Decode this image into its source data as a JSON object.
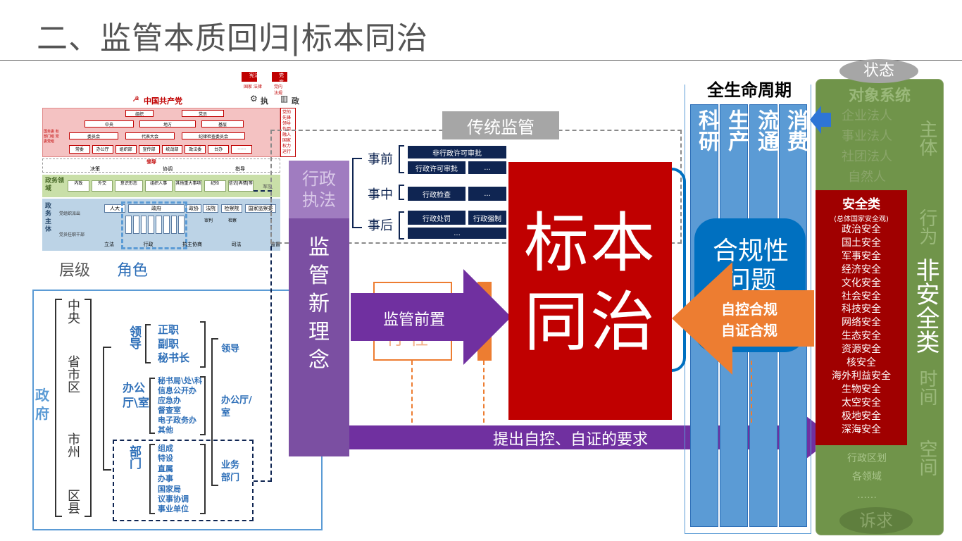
{
  "title": "二、监管本质回归|标本同治",
  "party_chart": {
    "party_name": "中国共产党",
    "top_labels": {
      "constitution": "宪法",
      "constitution_sub": "国家 法律",
      "charter": "党章",
      "charter_sub": "党内 法规",
      "exec": "执",
      "gov": "政"
    },
    "org_row1": [
      "组织",
      "党员"
    ],
    "org_row2": [
      "中央",
      "地方",
      "基层"
    ],
    "org_row3": [
      "委员会",
      "代表大会",
      "纪律检查委员会"
    ],
    "org_row4": [
      "常委",
      "办公厅",
      "组织部",
      "宣传部",
      "统战部",
      "政法委",
      "台办",
      "……"
    ],
    "left_note": "国务委 有部门组 党委党组",
    "right_note": "党的先锋领导作用 融入国家权力运行",
    "leadership": "领导",
    "leadership_items": [
      "决策",
      "协调",
      "指导"
    ],
    "domain_label": "政务领域",
    "domain_items": [
      "内政",
      "外交",
      "意识形态",
      "组织人事",
      "其他重大事项",
      "纪检",
      "信访|舆情|等"
    ],
    "military": "军队",
    "subject_label": "政务主体",
    "subject_legend": [
      "党组织派出",
      "党员任职干部"
    ],
    "subject_items": [
      "人大",
      "政府",
      "政协",
      "法院",
      "检察院",
      "国家监察委"
    ],
    "subject_sub": [
      "审判",
      "检察"
    ],
    "bottom_items": [
      "立法",
      "行政",
      "执主协商",
      "司法",
      "监督"
    ]
  },
  "captions": {
    "level": "层级",
    "role": "角色"
  },
  "gov_tree": {
    "gov_label": "政府",
    "levels": [
      "中央",
      "省市区",
      "市州",
      "区县"
    ],
    "leader_label": "领导",
    "leader_items": [
      "正职",
      "副职",
      "秘书长"
    ],
    "office_label": "办公厅\\室",
    "office_items": [
      "秘书局\\处\\科",
      "信息公开办",
      "应急办",
      "督查室",
      "电子政务办",
      "其他"
    ],
    "dept_label": "部门",
    "dept_items": [
      "组成",
      "特设",
      "直属",
      "办事",
      "国家局",
      "议事协调",
      "事业单位"
    ],
    "right_items": [
      "领导",
      "办公厅/室",
      "业务部门"
    ]
  },
  "middle": {
    "admin_enforce": "行政执法",
    "new_concept": "监管新理念",
    "traditional": "传统监管",
    "stages": [
      "事前",
      "事中",
      "事后"
    ],
    "boxes": {
      "pre1": "非行政许可审批",
      "pre2": "行政许可审批",
      "pre3": "...",
      "mid1": "行政检查",
      "mid2": "...",
      "post1": "行政处罚",
      "post2": "行政强制",
      "post3": "..."
    },
    "front_arrow": "监管前置",
    "hidden_text": "行 性",
    "core": "标本同治",
    "bottom_arrow": "提出自控、自证的要求",
    "compliance": "合规性问题",
    "self_arrow_1": "自控合规",
    "self_arrow_2": "自证合规"
  },
  "lifecycle": {
    "title": "全生命周期",
    "columns": [
      "科研",
      "生产",
      "流通",
      "消费"
    ]
  },
  "object_system": {
    "state": "状态",
    "title": "对象系统",
    "subjects": [
      "企业法人",
      "事业法人",
      "社团法人",
      "自然人"
    ],
    "subject_label": "主体",
    "behavior_label": "行为",
    "time_label": "时间",
    "space_label": "空间",
    "space_items": [
      "行政区划",
      "各领域",
      "……"
    ],
    "appeal": "诉求",
    "non_security": "非安全类"
  },
  "security": {
    "title": "安全类",
    "subtitle": "(总体国家安全观)",
    "items": [
      "政治安全",
      "国土安全",
      "军事安全",
      "经济安全",
      "文化安全",
      "社会安全",
      "科技安全",
      "网络安全",
      "生态安全",
      "资源安全",
      "核安全",
      "海外利益安全",
      "生物安全",
      "太空安全",
      "极地安全",
      "深海安全"
    ]
  },
  "colors": {
    "purple": "#7030a0",
    "red": "#c00000",
    "orange": "#ed7d31",
    "blue": "#5b9bd5",
    "green": "#70944a",
    "navy": "#0f2552"
  }
}
